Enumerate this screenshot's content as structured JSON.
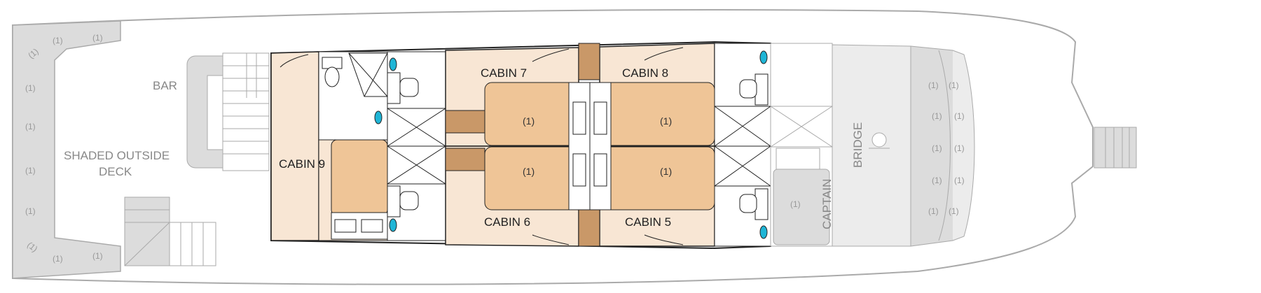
{
  "labels": {
    "bar": "BAR",
    "deck_line1": "SHADED OUTSIDE",
    "deck_line2": "DECK",
    "cabin9": "CABIN 9",
    "cabin7": "CABIN 7",
    "cabin8": "CABIN 8",
    "cabin6": "CABIN 6",
    "cabin5": "CABIN 5",
    "bridge": "BRIDGE",
    "captain": "CAPTAIN"
  },
  "bed_mark": "(1)",
  "colors": {
    "cabin_floor": "#f8e6d4",
    "bed": "#efc597",
    "bed_dark": "#e3b484",
    "stairs": "#c99868",
    "outline": "#222222",
    "hull": "#aaaaaa",
    "deck": "#dcdcdc",
    "porthole": "#1fb5d6"
  }
}
